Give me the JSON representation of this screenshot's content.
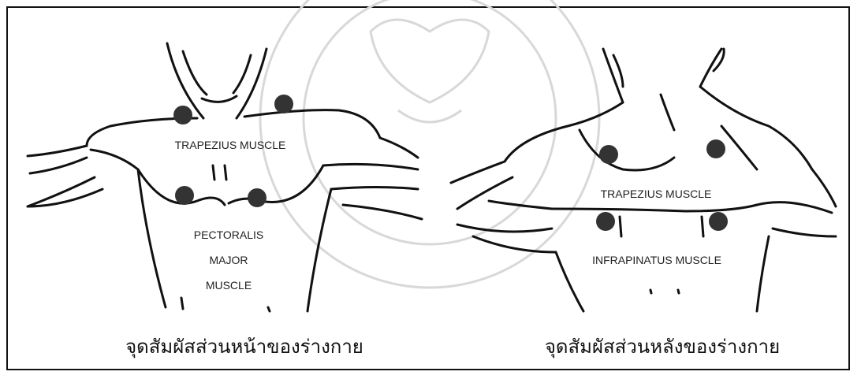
{
  "front": {
    "upper_label": "TRAPEZIUS MUSCLE",
    "lower_label_1": "PECTORALIS",
    "lower_label_2": "MAJOR",
    "lower_label_3": "MUSCLE",
    "caption": "จุดสัมผัสส่วนหน้าของร่างกาย"
  },
  "back": {
    "upper_label": "TRAPEZIUS MUSCLE",
    "lower_label": "INFRAPINATUS MUSCLE",
    "caption": "จุดสัมผัสส่วนหลังของร่างกาย"
  },
  "colors": {
    "line": "#111111",
    "dot": "#333333",
    "watermark": "#d8d8d8"
  }
}
